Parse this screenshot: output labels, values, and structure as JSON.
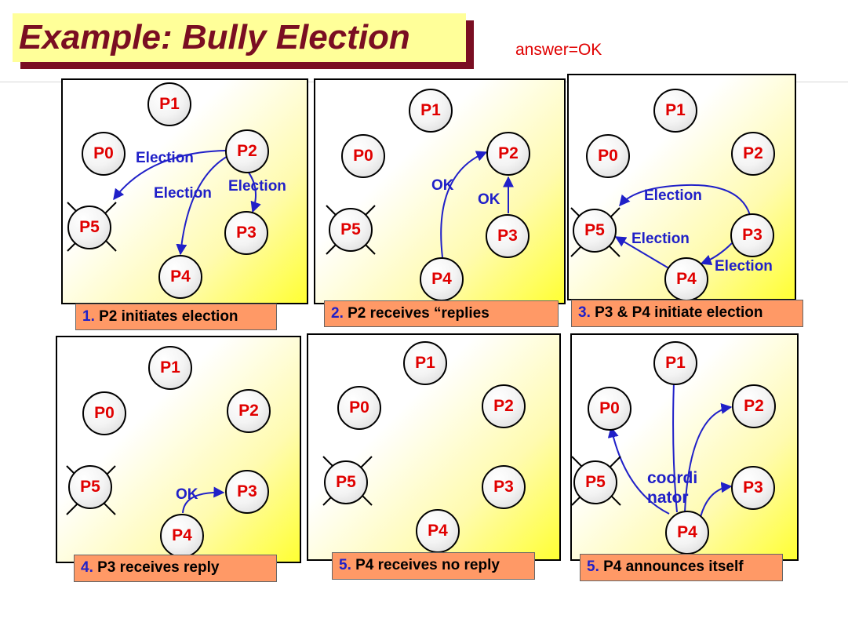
{
  "title": "Example: Bully Election",
  "subtitle": "answer=OK",
  "panels": [
    {
      "caption_num": "1.",
      "caption_text": " P2 initiates election",
      "labels": [
        "Election",
        "Election",
        "Election"
      ]
    },
    {
      "caption_num": "2.",
      "caption_text": " P2 receives “replies",
      "labels": [
        "OK",
        "OK"
      ]
    },
    {
      "caption_num": "3.",
      "caption_text": " P3 & P4 initiate election",
      "labels": [
        "Election",
        "Election",
        "Election"
      ]
    },
    {
      "caption_num": "4.",
      "caption_text": " P3 receives reply",
      "labels": [
        "OK"
      ]
    },
    {
      "caption_num": "5.",
      "caption_text": " P4 receives no reply",
      "labels": []
    },
    {
      "caption_num": "5.",
      "caption_text": " P4 announces itself",
      "labels": [
        "coordi",
        "nator"
      ]
    }
  ],
  "nodes": [
    "P0",
    "P1",
    "P2",
    "P3",
    "P4",
    "P5"
  ],
  "colors": {
    "title": "#7a0e22",
    "title_bg": "#ffff99",
    "node_text": "#e00000",
    "arrow": "#2020c8",
    "caption_bg": "#ff9966"
  }
}
